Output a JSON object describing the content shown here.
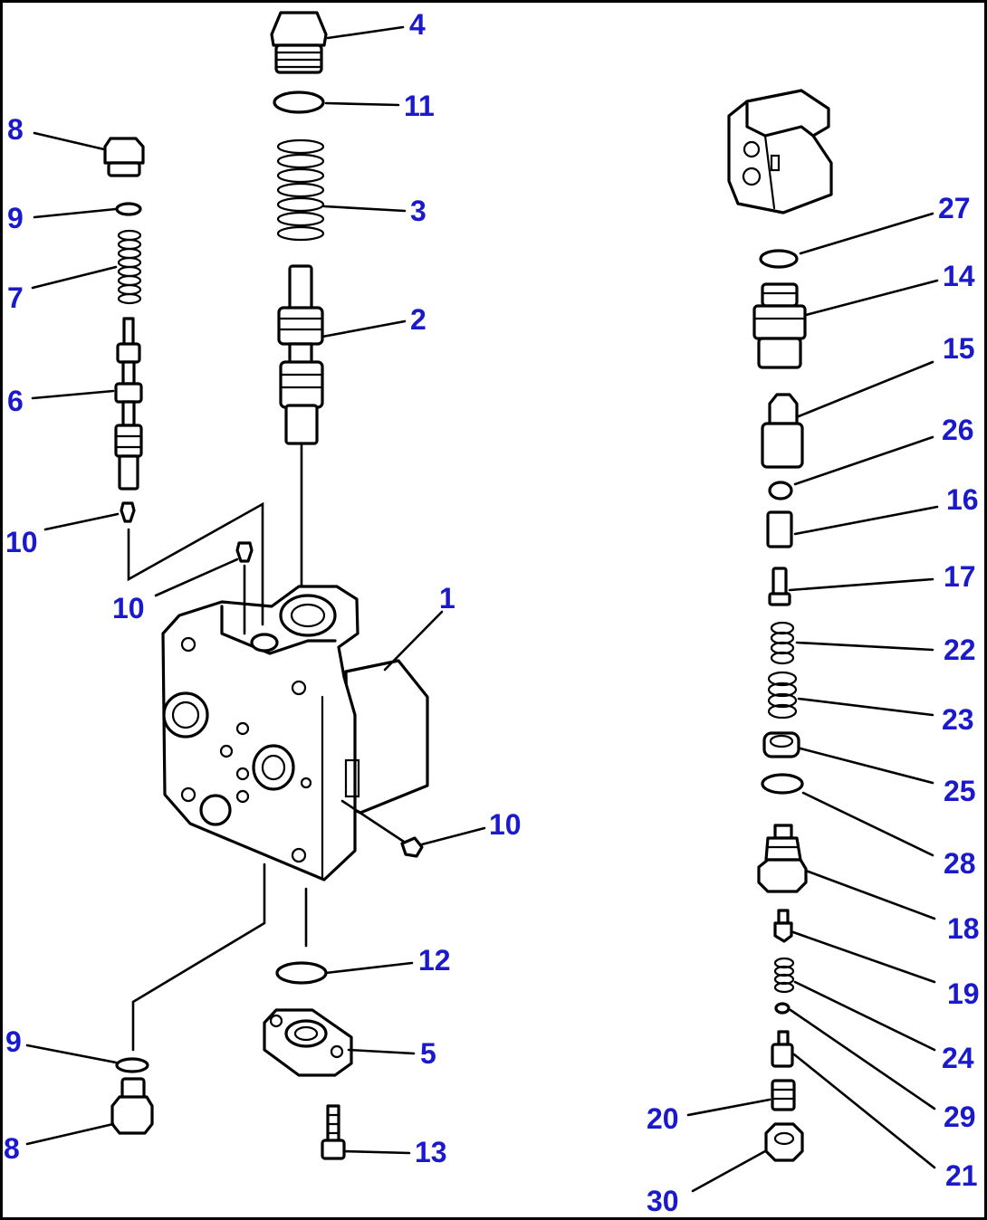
{
  "diagram": {
    "label_color": "#1a1acc",
    "line_color": "#000000",
    "callouts": [
      {
        "id": "c4",
        "text": "4"
      },
      {
        "id": "c11",
        "text": "11"
      },
      {
        "id": "c8a",
        "text": "8"
      },
      {
        "id": "c3",
        "text": "3"
      },
      {
        "id": "c9a",
        "text": "9"
      },
      {
        "id": "c7",
        "text": "7"
      },
      {
        "id": "c2",
        "text": "2"
      },
      {
        "id": "c6",
        "text": "6"
      },
      {
        "id": "c10a",
        "text": "10"
      },
      {
        "id": "c10b",
        "text": "10"
      },
      {
        "id": "c1",
        "text": "1"
      },
      {
        "id": "c10c",
        "text": "10"
      },
      {
        "id": "c12",
        "text": "12"
      },
      {
        "id": "c9b",
        "text": "9"
      },
      {
        "id": "c5",
        "text": "5"
      },
      {
        "id": "c8b",
        "text": "8"
      },
      {
        "id": "c13",
        "text": "13"
      },
      {
        "id": "c27",
        "text": "27"
      },
      {
        "id": "c14",
        "text": "14"
      },
      {
        "id": "c15",
        "text": "15"
      },
      {
        "id": "c26",
        "text": "26"
      },
      {
        "id": "c16",
        "text": "16"
      },
      {
        "id": "c17",
        "text": "17"
      },
      {
        "id": "c22",
        "text": "22"
      },
      {
        "id": "c23",
        "text": "23"
      },
      {
        "id": "c25",
        "text": "25"
      },
      {
        "id": "c28",
        "text": "28"
      },
      {
        "id": "c18",
        "text": "18"
      },
      {
        "id": "c19",
        "text": "19"
      },
      {
        "id": "c24",
        "text": "24"
      },
      {
        "id": "c29",
        "text": "29"
      },
      {
        "id": "c20",
        "text": "20"
      },
      {
        "id": "c21",
        "text": "21"
      },
      {
        "id": "c30",
        "text": "30"
      }
    ]
  }
}
